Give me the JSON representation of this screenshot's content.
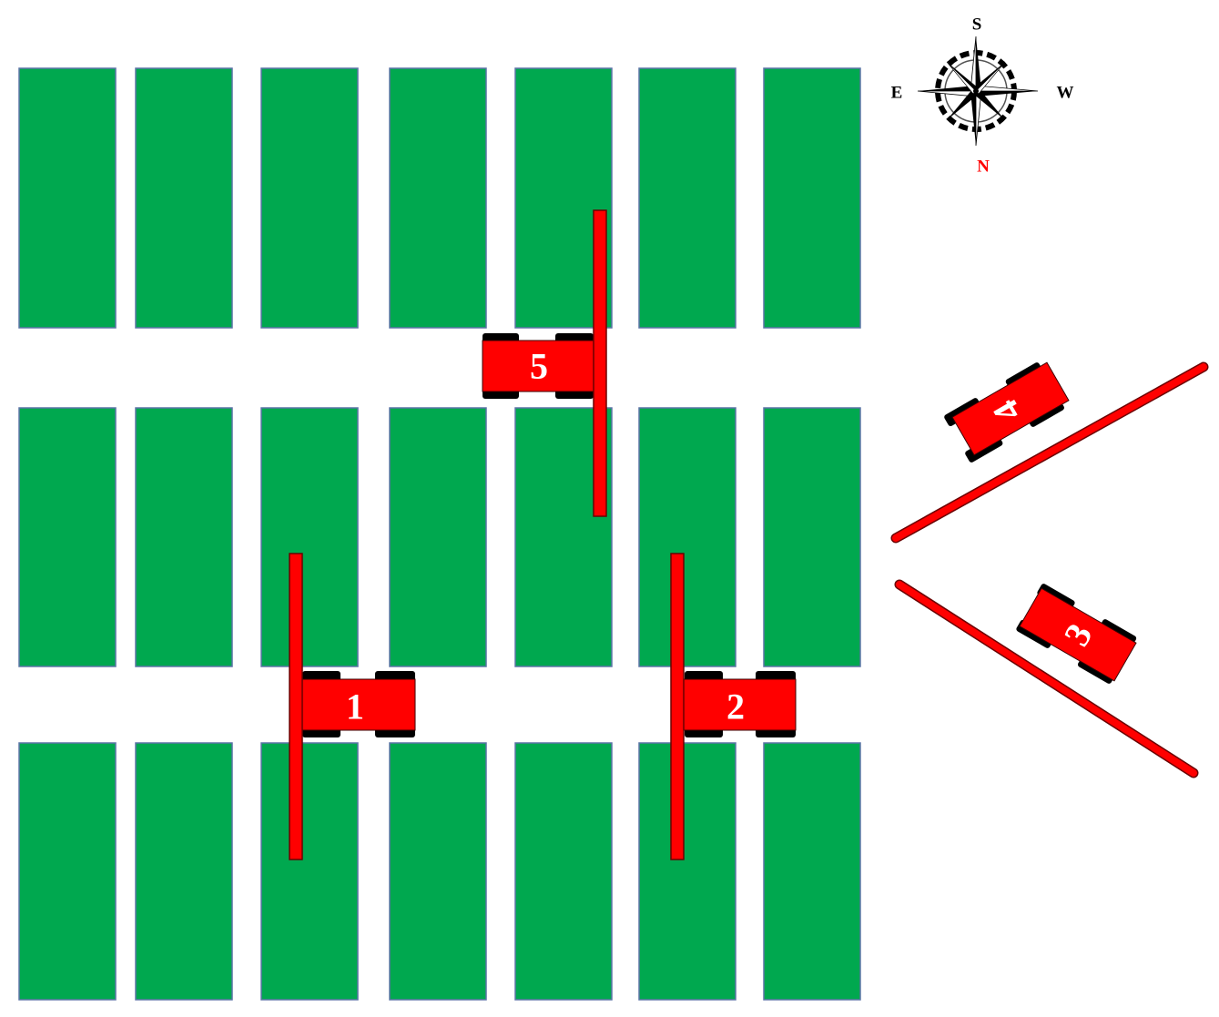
{
  "compass": {
    "north": "N",
    "south": "S",
    "east": "E",
    "west": "W",
    "north_color": "#ff0000",
    "letter_color": "#000000"
  },
  "field": {
    "block_color": "#00a84f",
    "block_rows": 3,
    "block_columns": 7
  },
  "tractors": [
    {
      "label": "1",
      "color": "#ff0000"
    },
    {
      "label": "2",
      "color": "#ff0000"
    },
    {
      "label": "3",
      "color": "#ff0000"
    },
    {
      "label": "4",
      "color": "#ff0000"
    },
    {
      "label": "5",
      "color": "#ff0000"
    }
  ]
}
